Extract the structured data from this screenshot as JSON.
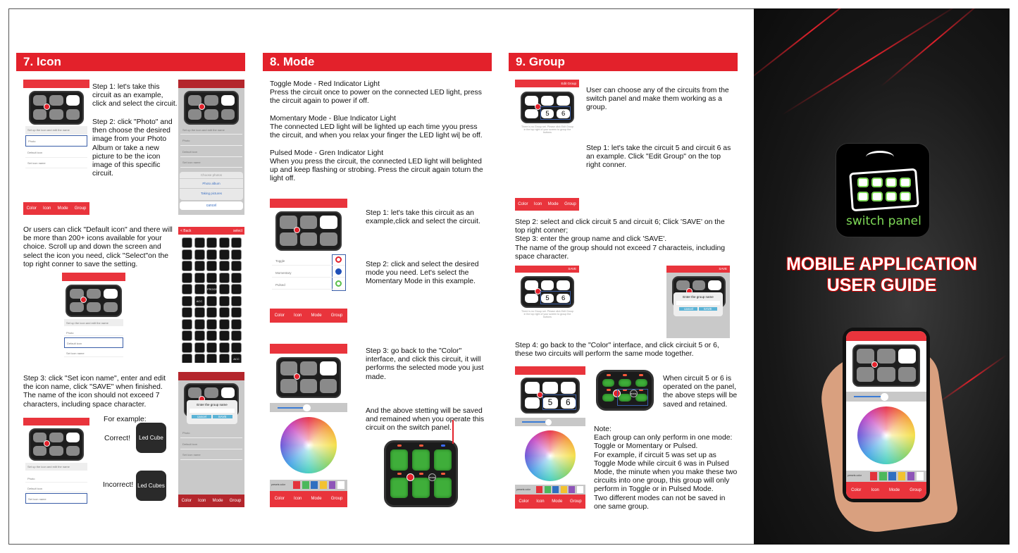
{
  "colors": {
    "accent": "#e3212b",
    "group_outline": "#3a5ea8",
    "led_green": "#3fae3a"
  },
  "section7": {
    "title": "7. Icon",
    "step1": "Step 1: let's take this circuit as an example, click and select the circuit.",
    "step2": "Step 2: click \"Photo\" and then choose the desired image from your Photo Album or take a new picture to be the icon image of this specific circuit.",
    "default_icon_text": "Or users can click \"Default icon\" and there will be more than 200+ icons available for your choice. Scroll up and down the screen and select the icon you need, click \"Select\"on the top right conner to save the setting.",
    "step3": "Step 3: click \"Set icon name\", enter and edit the icon name, click \"SAVE\" when finished. The name of the icon should not exceed 7 characters, including space character.",
    "for_example": "For example:",
    "correct": "Correct!",
    "incorrect": "Incorrect!",
    "correct_name": "Led Cube",
    "incorrect_name": "Led Cubes",
    "app": {
      "setup_label": "Set up the icon and edit the name",
      "photo": "Photo",
      "default_icon": "Default icon",
      "set_icon_name": "Set icon name",
      "choose_photos": "Choose photos",
      "photo_album": "Photo album",
      "taking_pictures": "Taking pictures",
      "cancel": "cancel",
      "select": "select",
      "back": "< Back",
      "enter_group_name": "Enter the group name",
      "cancel_btn": "cancel",
      "save_btn": "SAVE",
      "acc": "ACC",
      "frodo": "FROGS"
    }
  },
  "section8": {
    "title": "8. Mode",
    "toggle_title": "Toggle Mode - Red Indicator Light",
    "toggle_text": "Press the circuit once to power on the connected LED light, press the circuit again to power if off.",
    "momentary_title": "Momentary Mode - Blue Indicator Light",
    "momentary_text": "The connected LED light will be lighted up each time yyou press the circuit, and when you relax your finger the LED light wi| be off.",
    "pulsed_title": "Pulsed Mode - Gren Indicator Light",
    "pulsed_text": "When you press the circuit, the connected LED light will belighted up and keep flashing or strobing. Press the circuit again toturn the light off.",
    "step1": "Step 1: let's take this circuit as an example,click and select the circuit.",
    "step2": "Step 2: click and select the desired mode you need. Let's select the Momentary Mode in this example.",
    "step3": "Step 3: go back to the \"Color\" interface, and click this circuit, it will performs the selected mode you just made.",
    "saved": "And the above stetting will be saved and remained when you operate this circuit on the switch panel.",
    "app": {
      "toggle": "Toggle",
      "momentary": "Momentary",
      "pulsed": "Pulsed",
      "mode_btn": "MODE"
    }
  },
  "section9": {
    "title": "9. Group",
    "intro": "User can choose any of the circuits from the switch panel and make them working as a group.",
    "step1": "Step 1: let's take the circuit 5 and circuit 6 as an example. Click \"Edit Group\" on the top right conner.",
    "step2": "Step 2: select and click circuit 5 and circuit 6; Click 'SAVE' on the top right conner;\nStep 3: enter the group name and click 'SAVE'.\nThe name of the group should not exceed 7 characteis, including space character.",
    "step4": "Step 4: go back to the \"Color\" interface, and click circiuit 5 or 6, these two circuits will perform the same mode together.",
    "retained": "When circuit 5 or 6 is operated on the panel, the above steps will be saved and retained.",
    "note": "Note:\nEach group can only perform in one mode: Toggle or Momentary or Pulsed.\nFor example, if circuit 5 was set up as Toggle Mode while circuit 6 was in Pulsed Mode, the minute when you make these two circuits into one group, this group will only perform in Toggle or in Pulsed Mode.\nTwo different modes can not be saved in one same group.",
    "app": {
      "edit_group": "Edit Group",
      "save": "SAVE",
      "no_group": "There is no Group set. Please click Edit Group in the top right of your screen to group the buttons",
      "key5": "5",
      "key6": "6",
      "enter_group_name": "Enter the group name",
      "cancel": "cancel",
      "save_btn": "SAVE"
    }
  },
  "nav": {
    "color": "Color",
    "icon": "Icon",
    "mode": "Mode",
    "group": "Group",
    "preset": "presets color"
  },
  "cover": {
    "logo_text": "switch panel",
    "title_line1": "MOBILE APPLICATION",
    "title_line2": "USER GUIDE"
  }
}
